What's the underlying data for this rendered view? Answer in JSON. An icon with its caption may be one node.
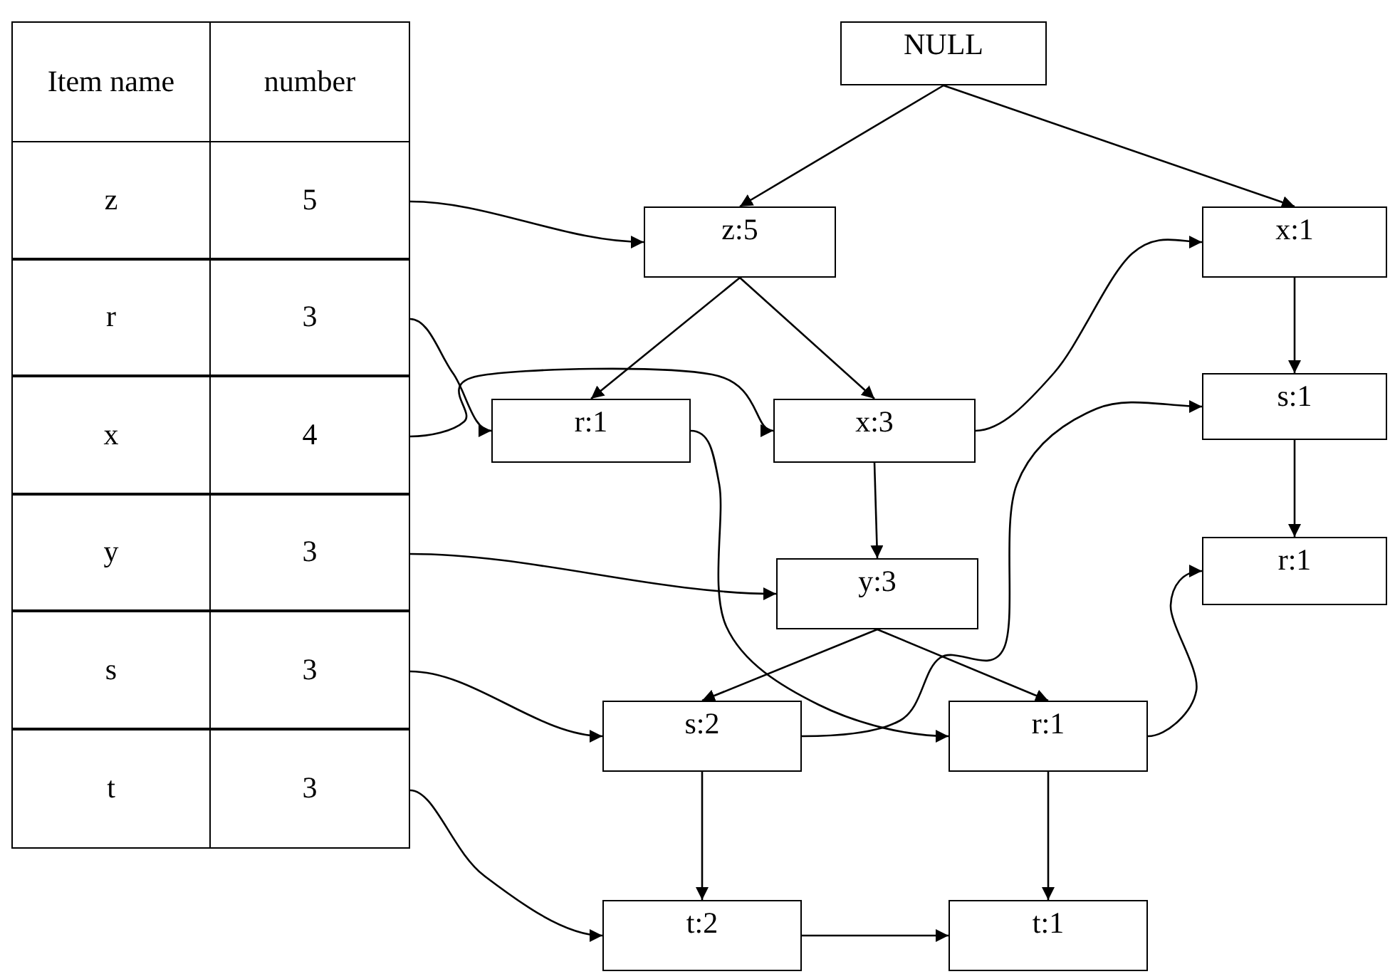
{
  "diagram": {
    "nodes": [
      {
        "text": [
          "Item name",
          "number"
        ]
      },
      {
        "text": [
          "z",
          "5"
        ]
      },
      {
        "text": [
          "r",
          "3"
        ]
      },
      {
        "text": [
          "x",
          "4"
        ]
      },
      {
        "text": [
          "y",
          "3"
        ]
      },
      {
        "text": [
          "s",
          "3"
        ]
      },
      {
        "text": [
          "t",
          "3"
        ]
      },
      {
        "text": [
          "NULL"
        ]
      },
      {
        "text": [
          "z:5"
        ]
      },
      {
        "text": [
          "x:1"
        ]
      },
      {
        "text": [
          "r:1"
        ]
      },
      {
        "text": [
          "x:3"
        ]
      },
      {
        "text": [
          "s:1"
        ]
      },
      {
        "text": [
          "y:3"
        ]
      },
      {
        "text": [
          "r:1"
        ]
      },
      {
        "text": [
          "s:2"
        ]
      },
      {
        "text": [
          "r:1"
        ]
      },
      {
        "text": [
          "t:2"
        ]
      },
      {
        "text": [
          "t:1"
        ]
      }
    ],
    "edges": [
      {
        "from": 7,
        "to": 8,
        "arrow": "to"
      },
      {
        "from": 7,
        "to": 9,
        "arrow": "to"
      },
      {
        "from": 1,
        "to": 8,
        "arrow": "to"
      },
      {
        "from": 8,
        "to": 10,
        "arrow": "to"
      },
      {
        "from": 8,
        "to": 11,
        "arrow": "to"
      },
      {
        "from": 11,
        "to": 9,
        "arrow": "to"
      },
      {
        "from": 9,
        "to": 12,
        "arrow": "to"
      },
      {
        "from": 2,
        "to": 10,
        "arrow": "to"
      },
      {
        "from": 3,
        "to": 11,
        "arrow": "to"
      },
      {
        "from": 15,
        "to": 12,
        "arrow": "to"
      },
      {
        "from": 11,
        "to": 13,
        "arrow": "to"
      },
      {
        "from": 12,
        "to": 14,
        "arrow": "to"
      },
      {
        "from": 4,
        "to": 13,
        "arrow": "to"
      },
      {
        "from": 10,
        "to": 16,
        "arrow": "to"
      },
      {
        "from": 16,
        "to": 14,
        "arrow": "to"
      },
      {
        "from": 13,
        "to": 15,
        "arrow": "to"
      },
      {
        "from": 13,
        "to": 16,
        "arrow": "to"
      },
      {
        "from": 5,
        "to": 15,
        "arrow": "to"
      },
      {
        "from": 15,
        "to": 17,
        "arrow": "to"
      },
      {
        "from": 16,
        "to": 18,
        "arrow": "to"
      },
      {
        "from": 6,
        "to": 17,
        "arrow": "to"
      },
      {
        "from": 17,
        "to": 18,
        "arrow": "to"
      }
    ]
  }
}
